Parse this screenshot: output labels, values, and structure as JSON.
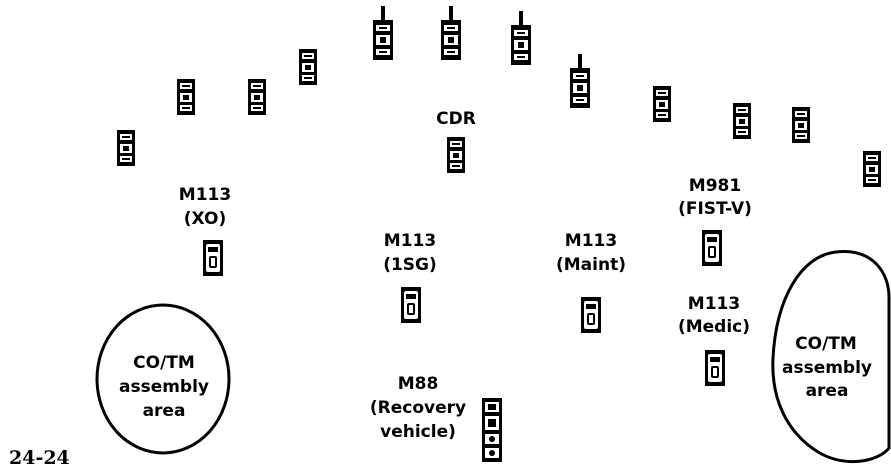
{
  "figure_number": "24-24",
  "labels": {
    "cdr": "CDR",
    "xo_line1": "M113",
    "xo_line2": "(XO)",
    "isg_line1": "M113",
    "isg_line2": "(1SG)",
    "maint_line1": "M113",
    "maint_line2": "(Maint)",
    "fist_line1": "M981",
    "fist_line2": "(FIST-V)",
    "medic_line1": "M113",
    "medic_line2": "(Medic)",
    "recovery_line1": "M88",
    "recovery_line2": "(Recovery",
    "recovery_line3": "vehicle)"
  },
  "assembly_areas": {
    "left": [
      "CO/TM",
      "assembly",
      "area"
    ],
    "right": [
      "CO/TM",
      "assembly",
      "area"
    ]
  },
  "colors": {
    "ink": "#000000",
    "background": "#ffffff"
  }
}
